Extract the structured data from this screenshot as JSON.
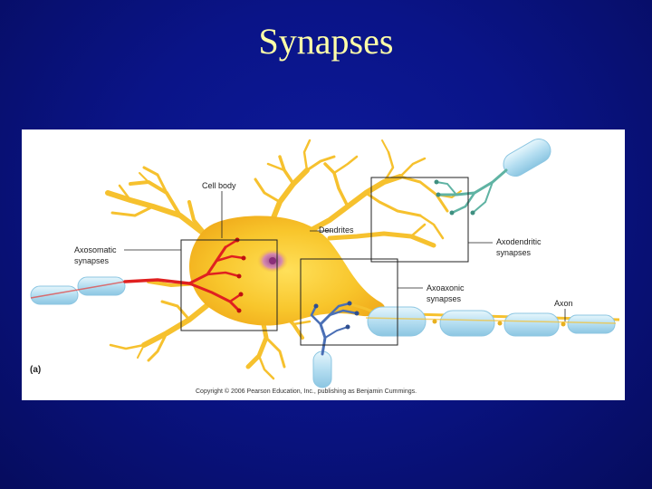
{
  "slide": {
    "title": "Synapses"
  },
  "figure": {
    "panel_label": "(a)",
    "labels": {
      "cell_body": "Cell body",
      "dendrites": "Dendrites",
      "axosomatic_line1": "Axosomatic",
      "axosomatic_line2": "synapses",
      "axodendritic_line1": "Axodendritic",
      "axodendritic_line2": "synapses",
      "axoaxonic_line1": "Axoaxonic",
      "axoaxonic_line2": "synapses",
      "axon": "Axon"
    },
    "copyright": "Copyright © 2006 Pearson Education, Inc., publishing as Benjamin Cummings."
  },
  "colors": {
    "background": "#0a1488",
    "title": "#ffffa8",
    "neuron": "#f6c12e",
    "myelin": "#b8e0f2",
    "axosomatic_axon": "#e02020",
    "axodendritic_axon": "#5fb3a3",
    "axoaxonic_axon": "#4a6fb5"
  }
}
